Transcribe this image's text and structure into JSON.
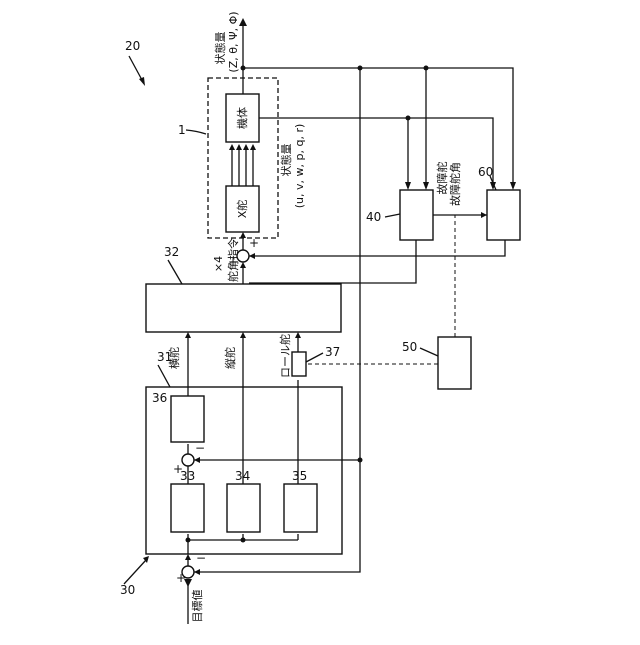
{
  "figure": {
    "ref_20": "20",
    "ref_30": "30",
    "ref_1": "1"
  },
  "labels": {
    "target": "目標値",
    "state_top": "状態量",
    "state_top_vars": "(Z, θ, Ψ, Φ)",
    "body": "機体",
    "xrudder": "X舵",
    "state_mid": "状態量",
    "state_mid_vars": "(u, v, w, p, q, r)",
    "cmd": "舵角指令",
    "cmd_x4": "×4",
    "yaw": "横舵",
    "pitch": "縦舵",
    "roll": "ロール舵",
    "fault_rudder": "故障舵",
    "fault_angle": "故障舵角"
  },
  "blocks": {
    "b31": "31",
    "b32": "32",
    "b33": "33",
    "b34": "34",
    "b35": "35",
    "b36": "36",
    "b37": "37",
    "b40": "40",
    "b50": "50",
    "b60": "60"
  },
  "signs": {
    "plus": "+",
    "minus": "−"
  }
}
